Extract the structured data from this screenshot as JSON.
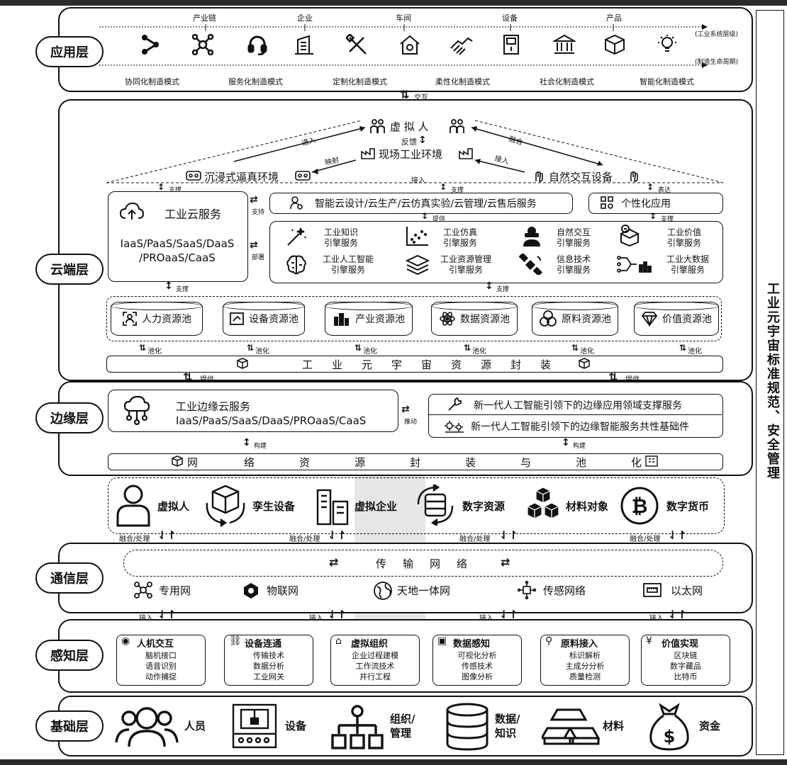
{
  "layers": {
    "app": "应用层",
    "cloud": "云端层",
    "edge": "边缘层",
    "comm": "通信层",
    "sense": "感知层",
    "base": "基础层"
  },
  "right_label": "工业元宇宙标准规范、安全管理",
  "app_layer": {
    "top_labels": [
      "产业链",
      "企业",
      "车间",
      "设备",
      "产品"
    ],
    "axis1": "(工业系统层级)",
    "axis2": "(制造生命周期)",
    "icons": [
      "share-node-icon",
      "network-icon",
      "headset-icon",
      "building-icon",
      "tools-icon",
      "house-gear-icon",
      "handshake-icon",
      "panel-icon",
      "bank-icon",
      "box-icon",
      "bulb-icon"
    ],
    "modes": [
      "协同化制造模式",
      "服务化制造模式",
      "定制化制造模式",
      "柔性化制造模式",
      "社会化制造模式",
      "智能化制造模式"
    ]
  },
  "interact": "交互",
  "cloud_layer": {
    "virtual_human": "虚 拟 人",
    "feedback": "反馈",
    "enter": "进入",
    "fusion": "融合",
    "mapping": "映射",
    "access": "接入",
    "scene": "现场工业环境",
    "immersive": "沉浸式逼真环境",
    "natural": "自然交互设备",
    "support": "支撑",
    "express": "表达",
    "provide": "提供",
    "cloud_service_title": "工业云服务",
    "cloud_service_sub1": "IaaS/PaaS/SaaS/DaaS",
    "cloud_service_sub2": "/PROaaS/CaaS",
    "support2": "支持",
    "deploy": "部署",
    "smart_cloud": "智能云设计/云生产/云仿真实验/云管理/云售后服务",
    "personal": "个性化应用",
    "engines": [
      {
        "name": "工业知识",
        "sub": "引擎服务"
      },
      {
        "name": "工业仿真",
        "sub": "引擎服务"
      },
      {
        "name": "自然交互",
        "sub": "引擎服务"
      },
      {
        "name": "工业价值",
        "sub": "引擎服务"
      },
      {
        "name": "工业人工智能",
        "sub": "引擎服务"
      },
      {
        "name": "工业资源管理",
        "sub": "引擎服务"
      },
      {
        "name": "信息技术",
        "sub": "引擎服务"
      },
      {
        "name": "工业大数据",
        "sub": "引擎服务"
      }
    ],
    "pools": [
      "人力资源池",
      "设备资源池",
      "产业资源池",
      "数据资源池",
      "原料资源池",
      "价值资源池"
    ],
    "pooling": "池化",
    "encapsulation": [
      "工",
      "业",
      "元",
      "宇",
      "宙",
      "资",
      "源",
      "封",
      "装"
    ]
  },
  "edge_layer": {
    "title": "工业边缘云服务",
    "sub": "IaaS/PaaS/SaaS/DaaS/PROaaS/CaaS",
    "drive": "推动",
    "svc1": "新一代人工智能引领下的边缘应用领域支撑服务",
    "svc2": "新一代人工智能引领下的边缘智能服务共性基础件",
    "build": "构建",
    "net": [
      "网",
      "络",
      "资",
      "源",
      "封",
      "装",
      "与",
      "池",
      "化"
    ]
  },
  "digital_objects": [
    "虚拟人",
    "孪生设备",
    "虚拟企业",
    "数字资源",
    "材料对象",
    "数字货币"
  ],
  "fusion_proc": "融合/处理",
  "comm_layer": {
    "transport": [
      "传",
      "输",
      "网",
      "络"
    ],
    "nets": [
      "专用网",
      "物联网",
      "天地一体网",
      "传感网络",
      "以太网"
    ]
  },
  "access_label": "接入",
  "sense_layer": [
    {
      "title": "人机交互",
      "items": [
        "脑机接口",
        "语音识别",
        "动作捕捉"
      ]
    },
    {
      "title": "设备连通",
      "items": [
        "传输技术",
        "数据分析",
        "工业网关"
      ]
    },
    {
      "title": "虚拟组织",
      "items": [
        "企业过程建模",
        "工作流技术",
        "并行工程"
      ]
    },
    {
      "title": "数据感知",
      "items": [
        "可视化分析",
        "传感技术",
        "图像分析"
      ]
    },
    {
      "title": "原料接入",
      "items": [
        "标识解析",
        "主成分分析",
        "质量检测"
      ]
    },
    {
      "title": "价值实现",
      "items": [
        "区块链",
        "数字藏品",
        "比特币"
      ]
    }
  ],
  "base_layer": [
    {
      "label": "人员"
    },
    {
      "label": "设备"
    },
    {
      "label": "组织/",
      "label2": "管理"
    },
    {
      "label": "数据/",
      "label2": "知识"
    },
    {
      "label": "材料"
    },
    {
      "label": "资金"
    }
  ]
}
